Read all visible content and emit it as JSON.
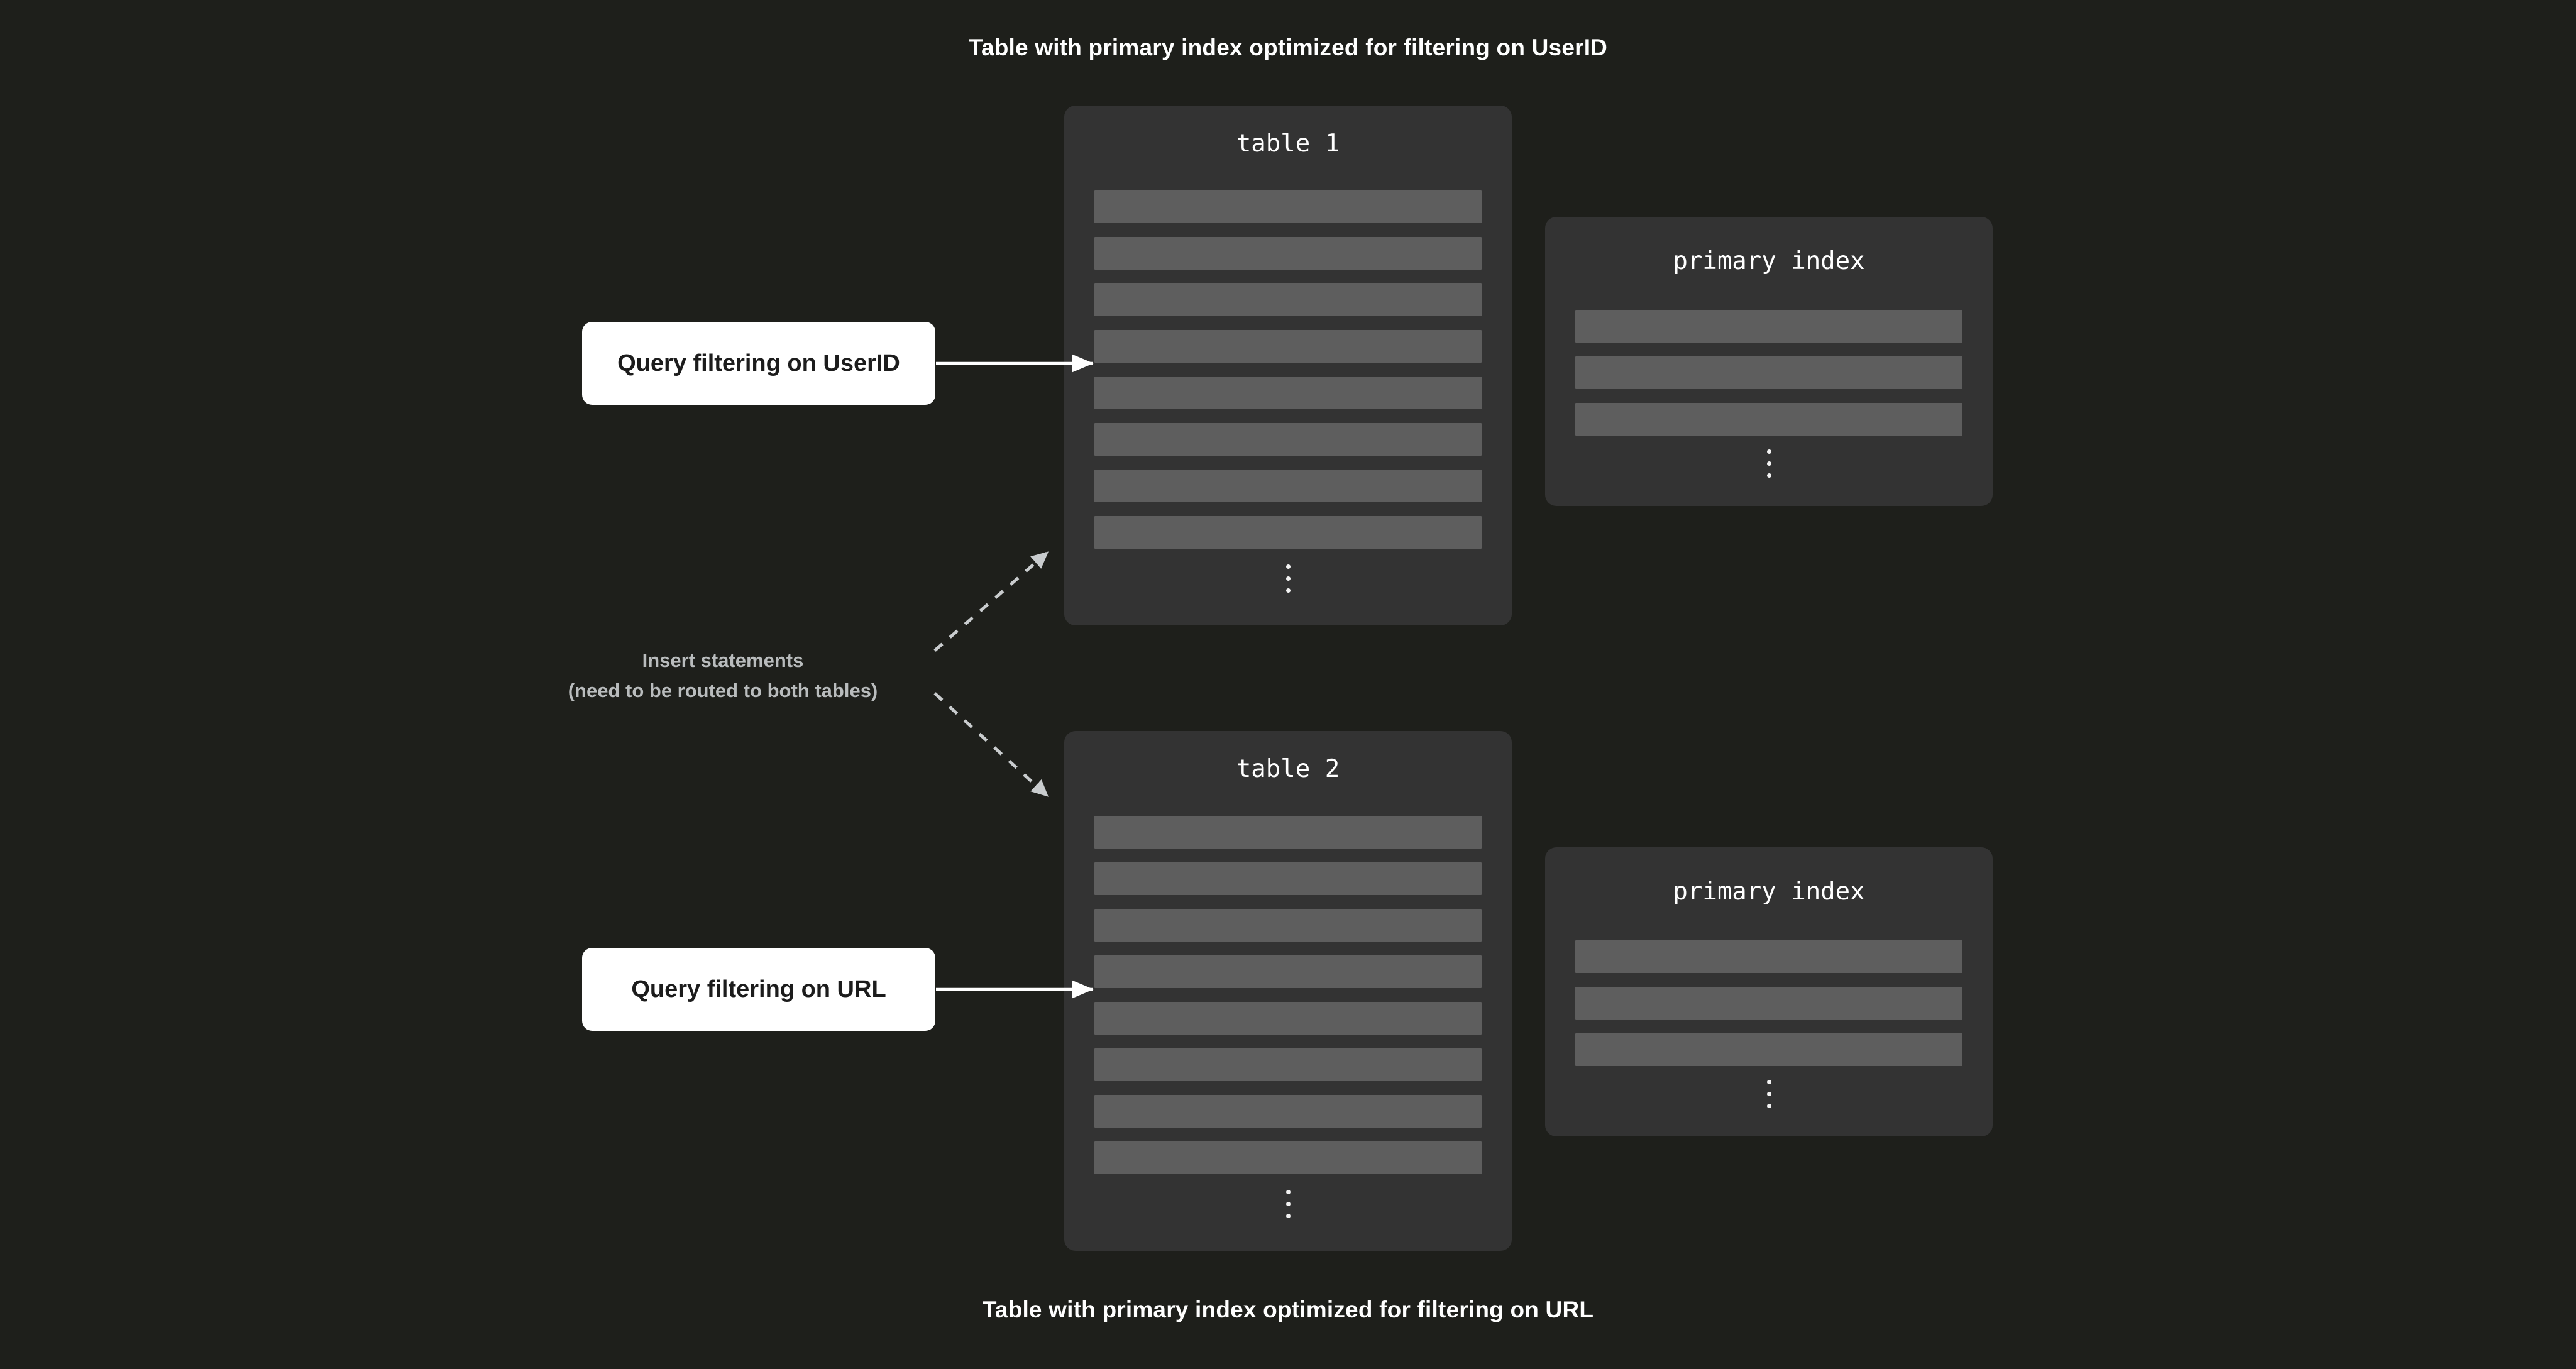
{
  "captions": {
    "top": "Table with primary index optimized for filtering on UserID",
    "bottom": "Table with primary index optimized for filtering on URL"
  },
  "panels": {
    "table1": {
      "title": "table 1",
      "row_count": 8,
      "ellipsis": "vertical-ellipsis"
    },
    "table2": {
      "title": "table 2",
      "row_count": 8,
      "ellipsis": "vertical-ellipsis"
    },
    "primary_index_1": {
      "title": "primary index",
      "row_count": 3,
      "ellipsis": "vertical-ellipsis"
    },
    "primary_index_2": {
      "title": "primary index",
      "row_count": 3,
      "ellipsis": "vertical-ellipsis"
    }
  },
  "callouts": {
    "query_userid": "Query filtering on UserID",
    "query_url": "Query filtering on URL"
  },
  "insert_label": {
    "line1": "Insert statements",
    "line2": "(need to be routed to both tables)"
  },
  "arrows": {
    "query_userid_to_table1": "solid-arrow-right",
    "query_url_to_table2": "solid-arrow-right",
    "insert_to_table1": "dashed-arrow-up-right",
    "insert_to_table2": "dashed-arrow-down-right"
  },
  "colors": {
    "background": "#1e1f1b",
    "panel": "#333333",
    "row": "#5e5e5e",
    "callout_bg": "#ffffff",
    "callout_text": "#1c1c1c",
    "caption_text": "#ffffff",
    "muted_text": "#b9bcbd",
    "arrow_solid": "#ffffff",
    "arrow_dashed": "#c9ccce"
  }
}
